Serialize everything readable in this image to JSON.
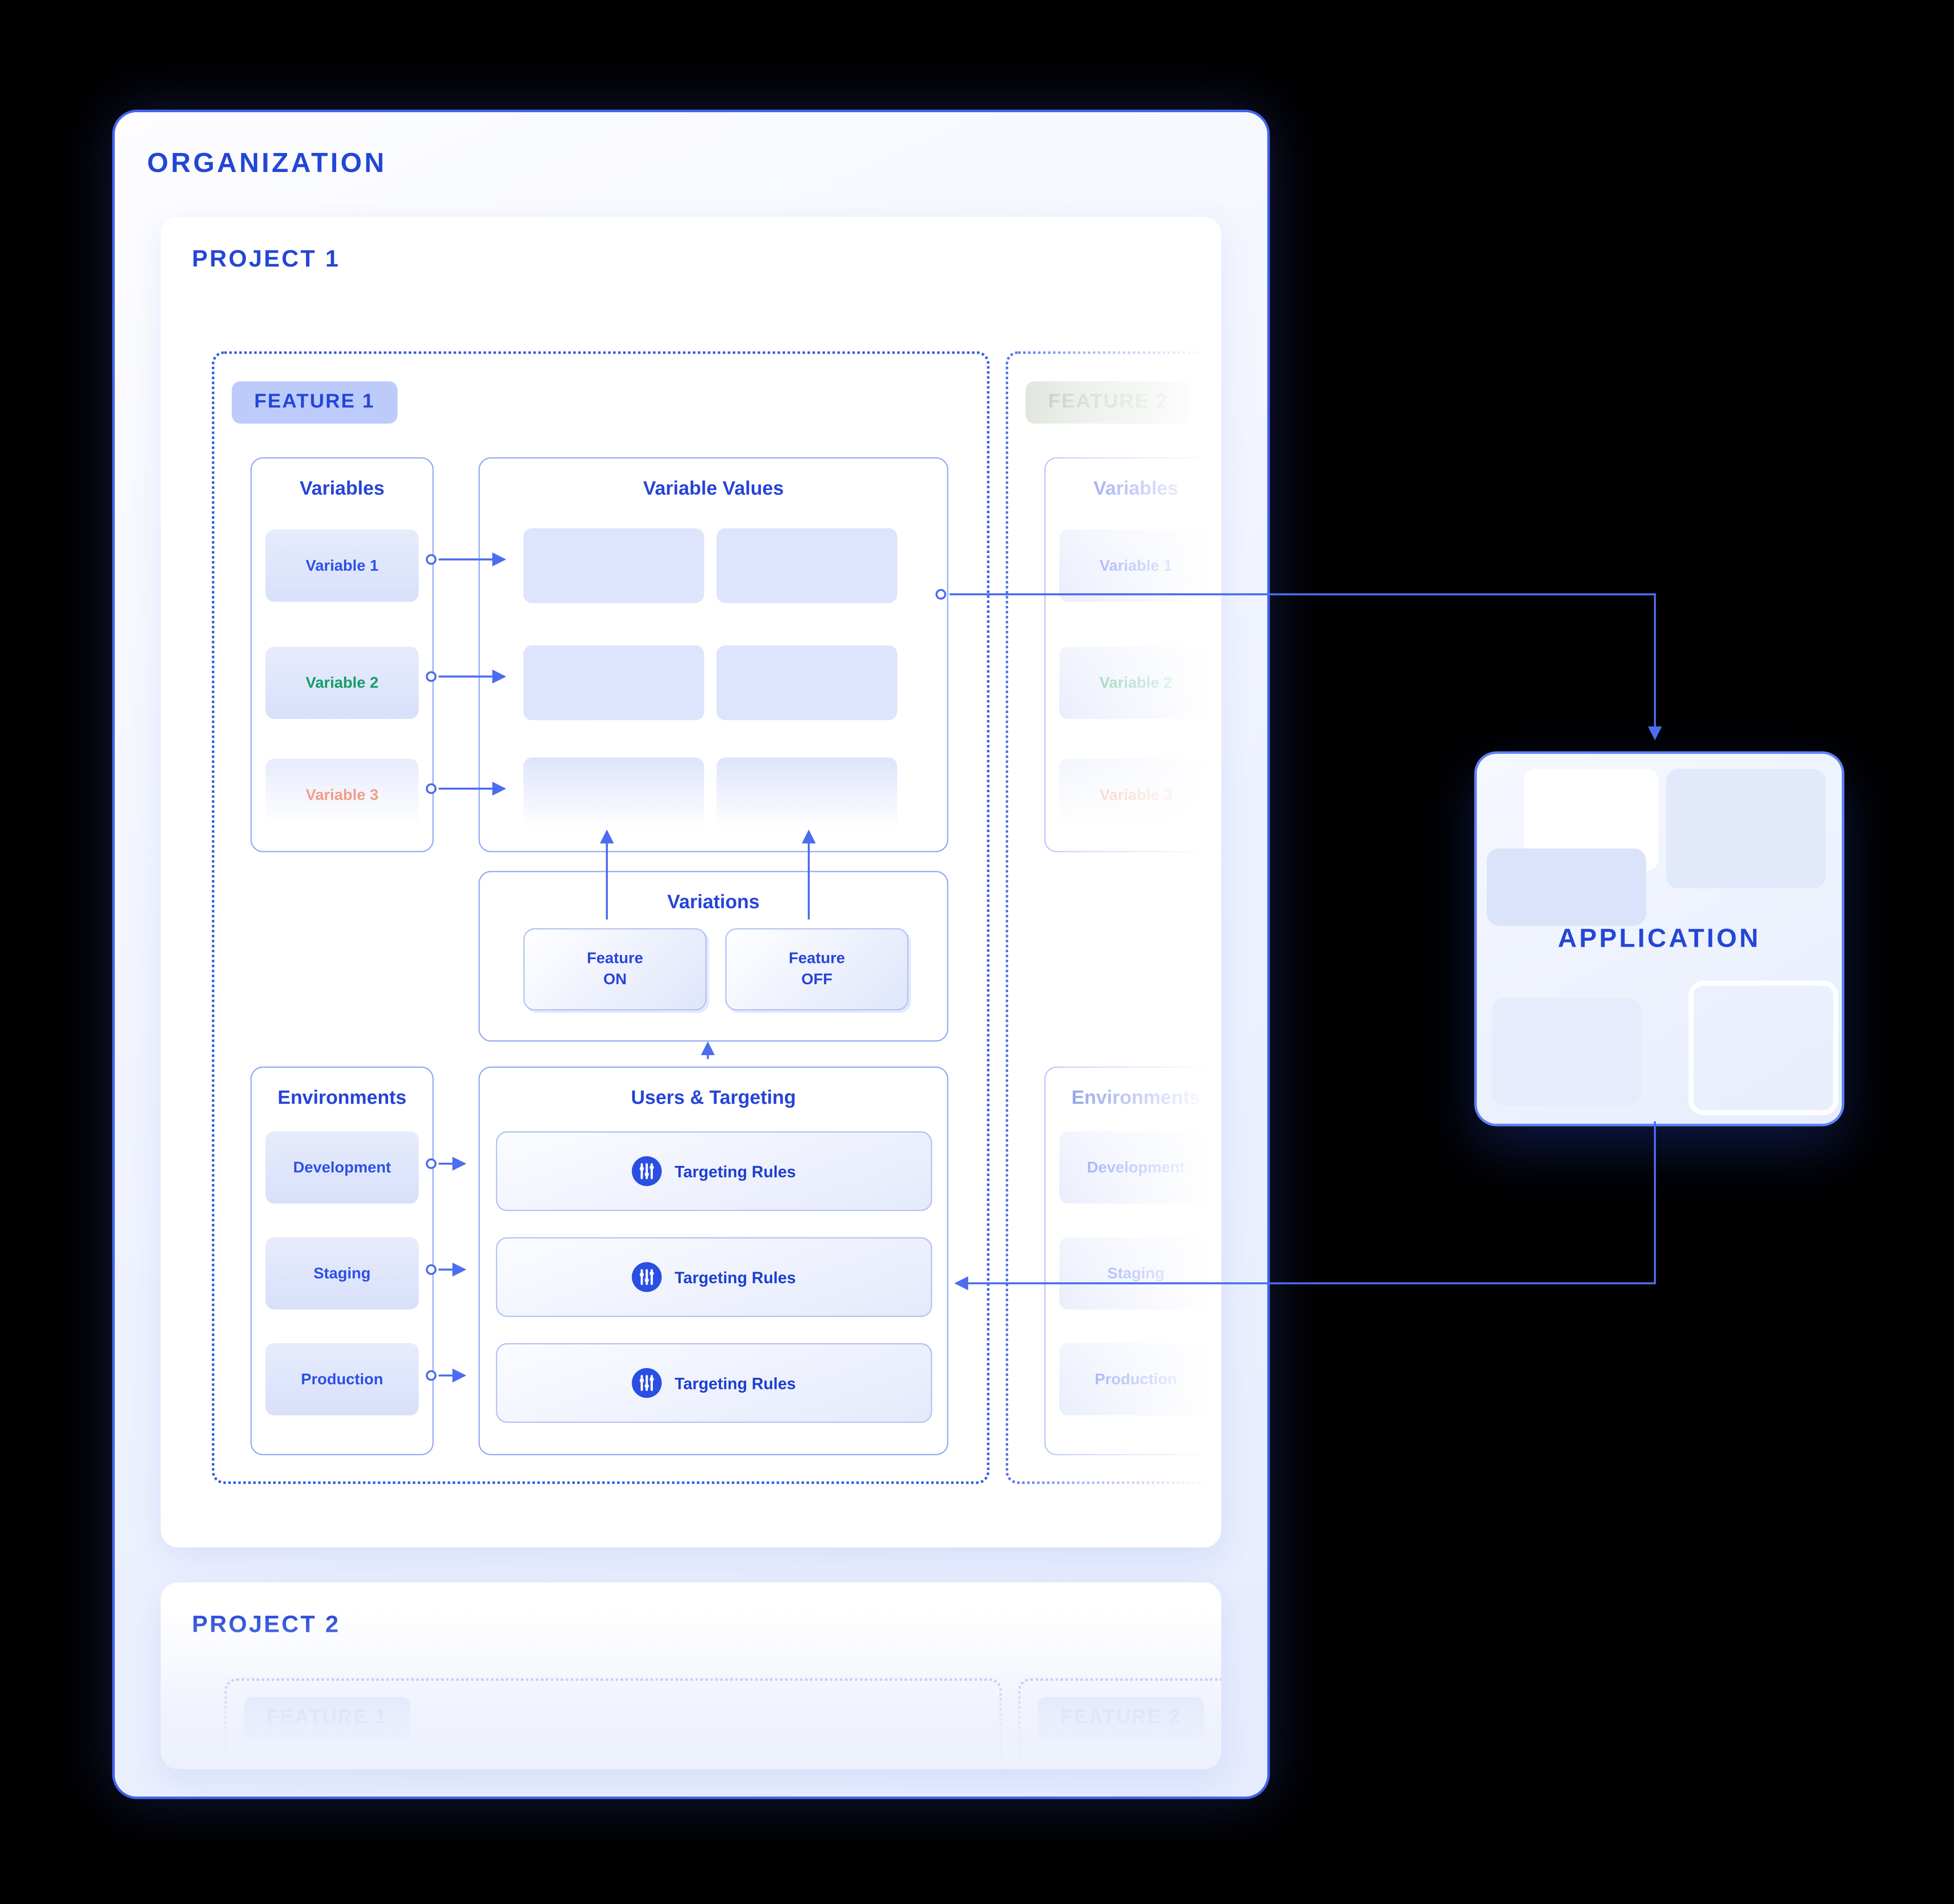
{
  "colors": {
    "accent_blue": "#2347d5",
    "item_blue": "#2c50e8",
    "green": "#149e66",
    "red": "#f49c8a",
    "wire": "#4d6cf0",
    "panel_bg": "#dde4fb"
  },
  "organization": {
    "title": "ORGANIZATION"
  },
  "application": {
    "title": "APPLICATION"
  },
  "project1": {
    "title": "PROJECT 1",
    "feature1": {
      "label": "FEATURE 1",
      "variables": {
        "title": "Variables",
        "items": [
          {
            "label": "Variable 1",
            "color": "blue"
          },
          {
            "label": "Variable 2",
            "color": "green"
          },
          {
            "label": "Variable 3",
            "color": "red"
          }
        ]
      },
      "variable_values": {
        "title": "Variable Values"
      },
      "variations": {
        "title": "Variations",
        "on_label": "Feature ON",
        "off_label": "Feature OFF"
      },
      "users_targeting": {
        "title": "Users & Targeting",
        "icon": "sliders-icon",
        "rules": [
          "Targeting Rules",
          "Targeting Rules",
          "Targeting Rules"
        ]
      },
      "environments": {
        "title": "Environments",
        "items": [
          "Development",
          "Staging",
          "Production"
        ]
      }
    },
    "feature2": {
      "label": "FEATURE 2",
      "variables": {
        "title": "Variables",
        "items": [
          {
            "label": "Variable 1",
            "color": "blue"
          },
          {
            "label": "Variable 2",
            "color": "green"
          },
          {
            "label": "Variable 3",
            "color": "red"
          }
        ]
      },
      "environments": {
        "title": "Environments",
        "items": [
          "Development",
          "Staging",
          "Production"
        ]
      }
    }
  },
  "project2": {
    "title": "PROJECT 2",
    "feature1_label": "FEATURE 1",
    "feature2_label": "FEATURE 2"
  }
}
